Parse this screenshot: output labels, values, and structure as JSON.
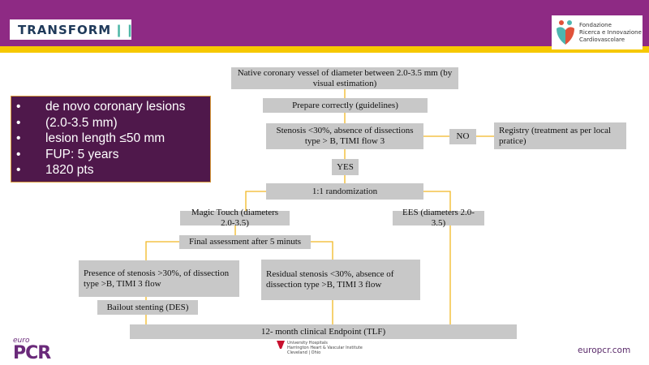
{
  "header": {
    "logo_left": "TRANSFORM",
    "logo_right": [
      "Fondazione",
      "Ricerca e Innovazione",
      "Cardiovascolare"
    ]
  },
  "panel": {
    "bullet": "•",
    "items": [
      "de novo coronary lesions",
      "(2.0-3.5 mm)",
      "lesion length ≤50 mm",
      "FUP: 5 years",
      "1820 pts"
    ]
  },
  "flow": {
    "native": "Native coronary vessel of diameter between  2.0-3.5 mm (by visual estimation)",
    "prepare": "Prepare correctly (guidelines)",
    "stenosis": "Stenosis <30%, absence of dissections type > B, TIMI flow 3",
    "no": "NO",
    "registry": "Registry (treatment as per local pratice)",
    "yes": "YES",
    "randomization": "1:1 randomization",
    "magic": "Magic Touch (diameters 2.0-3.5)",
    "ees": "EES (diameters 2.0-3.5)",
    "final": "Final assessment after 5 minuts",
    "presence": "Presence of stenosis  >30%, of dissection type >B, TIMI 3 flow",
    "residual": "Residual stenosis <30%, absence of dissection type >B, TIMI 3 flow",
    "bailout": "Bailout stenting (DES)",
    "endpoint": "12- month clinical Endpoint (TLF)"
  },
  "footer": {
    "euro": "euro",
    "pcr": "PCR",
    "hospital": [
      "University Hospitals",
      "Harrington Heart & Vascular Institute",
      "Cleveland | Ohio"
    ],
    "site": "europcr.com"
  },
  "colors": {
    "header": "#8e2a84",
    "band": "#f6c800",
    "panel": "#4f184b",
    "box": "#c8c8c8",
    "line": "#f2b824"
  }
}
